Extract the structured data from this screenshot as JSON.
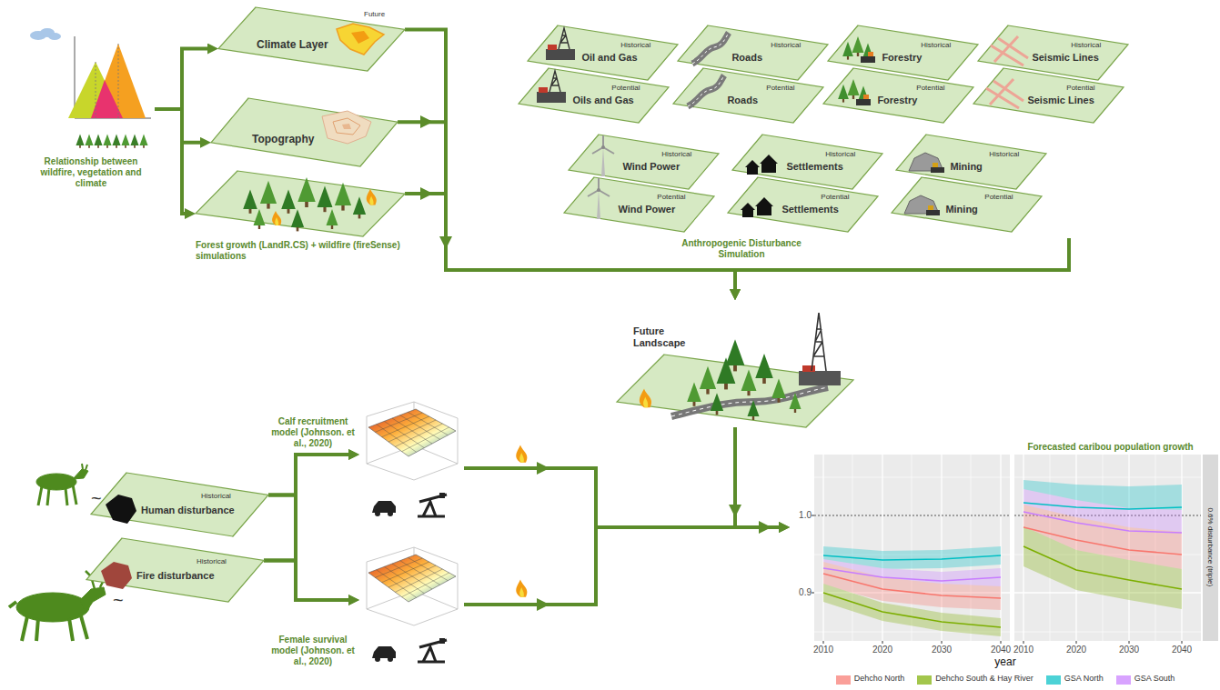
{
  "diagram": {
    "nodes": [
      {
        "text": [
          "Relationship between wildfire, vegetation and climate"
        ]
      },
      {
        "text": [
          "Climate Layer",
          "Future"
        ]
      },
      {
        "text": [
          "Topography"
        ]
      },
      {
        "text": [
          "Forest growth (LandR.CS) + wildfire (fireSense) simulations"
        ]
      },
      {
        "text": [
          "Anthropogenic Disturbance Simulation"
        ]
      },
      {
        "text": [
          "Oil and Gas",
          "Historical"
        ],
        "in": 4
      },
      {
        "text": [
          "Oils and Gas",
          "Potential"
        ],
        "in": 4
      },
      {
        "text": [
          "Roads",
          "Historical"
        ],
        "in": 4
      },
      {
        "text": [
          "Roads",
          "Potential"
        ],
        "in": 4
      },
      {
        "text": [
          "Forestry",
          "Historical"
        ],
        "in": 4
      },
      {
        "text": [
          "Forestry",
          "Potential"
        ],
        "in": 4
      },
      {
        "text": [
          "Seismic Lines",
          "Historical"
        ],
        "in": 4
      },
      {
        "text": [
          "Seismic Lines",
          "Potential"
        ],
        "in": 4
      },
      {
        "text": [
          "Wind Power",
          "Historical"
        ],
        "in": 4
      },
      {
        "text": [
          "Wind Power",
          "Potential"
        ],
        "in": 4
      },
      {
        "text": [
          "Settlements",
          "Historical"
        ],
        "in": 4
      },
      {
        "text": [
          "Settlements",
          "Potential"
        ],
        "in": 4
      },
      {
        "text": [
          "Mining",
          "Historical"
        ],
        "in": 4
      },
      {
        "text": [
          "Mining",
          "Potential"
        ],
        "in": 4
      },
      {
        "text": [
          "Future Landscape"
        ]
      },
      {
        "text": [
          "Human disturbance",
          "Historical"
        ]
      },
      {
        "text": [
          "Fire disturbance",
          "Historical"
        ]
      },
      {
        "text": [
          "Calf recruitment model (Johnson. et al., 2020)"
        ]
      },
      {
        "text": [
          "Female survival model (Johnson. et al., 2020)"
        ]
      },
      {
        "text": [
          "Forecasted caribou population growth"
        ]
      }
    ],
    "edges": [
      {
        "from": 0,
        "to": 1,
        "arrow": "to"
      },
      {
        "from": 0,
        "to": 2,
        "arrow": "to"
      },
      {
        "from": 0,
        "to": 3,
        "arrow": "to"
      },
      {
        "from": 1,
        "to": 19,
        "arrow": "to"
      },
      {
        "from": 2,
        "to": 19,
        "arrow": "to"
      },
      {
        "from": 3,
        "to": 19,
        "arrow": "to"
      },
      {
        "from": 4,
        "to": 19,
        "arrow": "to"
      },
      {
        "from": 19,
        "to": 24,
        "arrow": "to"
      },
      {
        "from": 20,
        "to": 22,
        "arrow": "to"
      },
      {
        "from": 20,
        "to": 23,
        "arrow": "to"
      },
      {
        "from": 21,
        "to": 22,
        "arrow": "to"
      },
      {
        "from": 21,
        "to": 23,
        "arrow": "to"
      },
      {
        "from": 22,
        "to": 24,
        "arrow": "to"
      },
      {
        "from": 23,
        "to": 24,
        "arrow": "to"
      }
    ],
    "labels": [
      "~",
      "~",
      "0.9",
      "1.0",
      "2010",
      "2020",
      "2030",
      "2040",
      "2010",
      "2020",
      "2030",
      "2040",
      "year",
      "0.6% disturbance (triple)"
    ],
    "legend": [
      {
        "text": "Dehcho North",
        "color": "#f8766d"
      },
      {
        "text": "Dehcho South & Hay River",
        "color": "#7cae00"
      },
      {
        "text": "GSA North",
        "color": "#00bfc4"
      },
      {
        "text": "GSA South",
        "color": "#c77cff"
      }
    ]
  }
}
